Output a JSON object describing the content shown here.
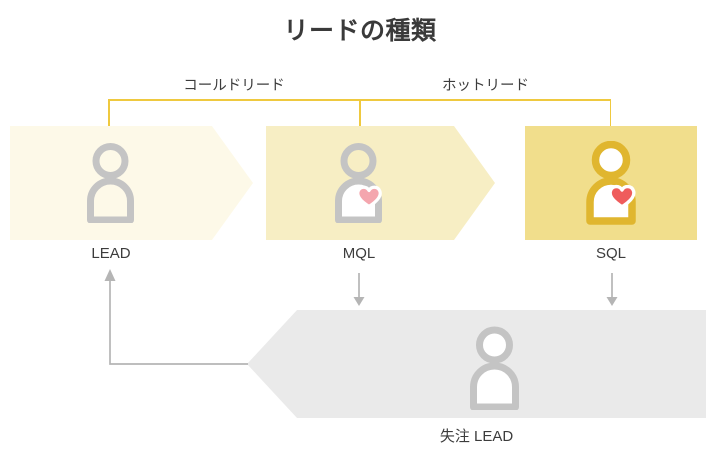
{
  "diagram": {
    "title": "リードの種類",
    "type": "funnel-flow",
    "groups": [
      {
        "id": "cold",
        "label": "コールドリード",
        "spans": [
          "LEAD",
          "MQL"
        ]
      },
      {
        "id": "hot",
        "label": "ホットリード",
        "spans": [
          "SQL"
        ]
      }
    ],
    "stages": [
      {
        "id": "lead",
        "label": "LEAD",
        "shape": "chevron",
        "fill": "#fdf9e8",
        "icon": "person-icon",
        "icon_color": "#c4c4c4",
        "has_heart": false
      },
      {
        "id": "mql",
        "label": "MQL",
        "shape": "chevron",
        "fill": "#f7eec4",
        "icon": "person-heart-icon",
        "icon_color": "#c4c4c4",
        "has_heart": true,
        "heart_color": "#f4a6ae"
      },
      {
        "id": "sql",
        "label": "SQL",
        "shape": "rectangle",
        "fill": "#f1de8c",
        "icon": "person-heart-icon",
        "icon_color": "#e0b62f",
        "has_heart": true,
        "heart_color": "#ef5c5c"
      }
    ],
    "lost": {
      "label": "失注 LEAD",
      "shape": "reverse-chevron",
      "fill": "#eaeaea",
      "icon": "person-icon",
      "icon_color": "#c4c4c4"
    },
    "arrows": [
      {
        "id": "mql-to-lost",
        "from": "MQL",
        "to": "失注 LEAD",
        "direction": "down",
        "color": "#b5b5b5"
      },
      {
        "id": "sql-to-lost",
        "from": "SQL",
        "to": "失注 LEAD",
        "direction": "down",
        "color": "#b5b5b5"
      },
      {
        "id": "lost-to-lead",
        "from": "失注 LEAD",
        "to": "LEAD",
        "direction": "up-left",
        "color": "#b5b5b5"
      }
    ],
    "colors": {
      "bracket": "#efc93f",
      "text": "#3c3c3c",
      "background": "#ffffff"
    }
  }
}
